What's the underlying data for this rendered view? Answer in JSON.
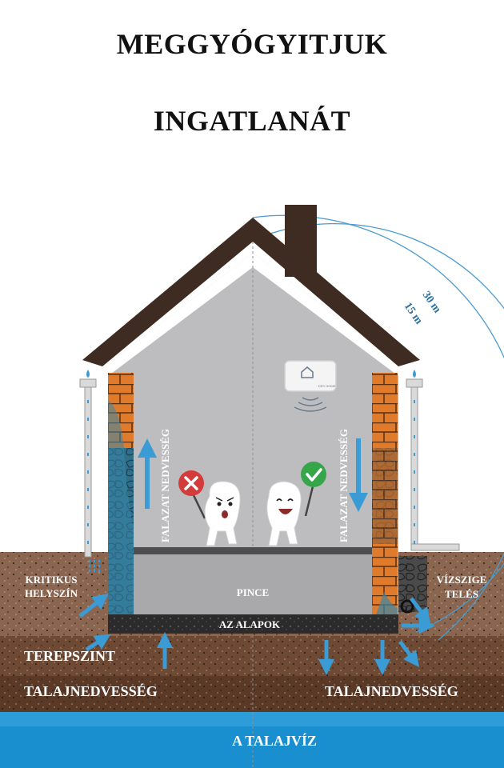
{
  "header": {
    "title_line_1": "MEGGYÓGYITJUK",
    "title_line_2": "INGATLANÁT"
  },
  "range": {
    "outer": "30 m",
    "inner": "15 m"
  },
  "device": {
    "label": "DRY HOME"
  },
  "labels": {
    "wall_moisture_left": "FALAZAT NEDVESSÉG",
    "wall_moisture_right": "FALAZAT NEDVESSÉG",
    "critical_line_1": "KRITIKUS",
    "critical_line_2": "HELYSZÍN",
    "waterproof_line_1": "VÍZSZIGE",
    "waterproof_line_2": "TELÉS",
    "basement": "PINCE",
    "foundation": "AZ ALAPOK",
    "ground_level": "TEREPSZINT",
    "soil_moisture_left": "TALAJNEDVESSÉG",
    "soil_moisture_right": "TALAJNEDVESSÉG",
    "groundwater": "A TALAJVÍZ"
  },
  "colors": {
    "roof": "#3e2c22",
    "house_interior": "#bdbdbf",
    "brick": "#e07b2c",
    "wet_stone": "#3a87a8",
    "soil_top": "#8a6650",
    "soil_mid": "#6e4a34",
    "soil_bottom": "#5a3a26",
    "groundwater": "#1a8fd0",
    "arrow": "#3b9bd4",
    "badge_bad": "#d43c3c",
    "badge_good": "#37a64a"
  },
  "icons": {
    "bad": "cross-icon",
    "good": "check-icon",
    "device": "house-icon",
    "signal": "wifi-signal-icon"
  }
}
